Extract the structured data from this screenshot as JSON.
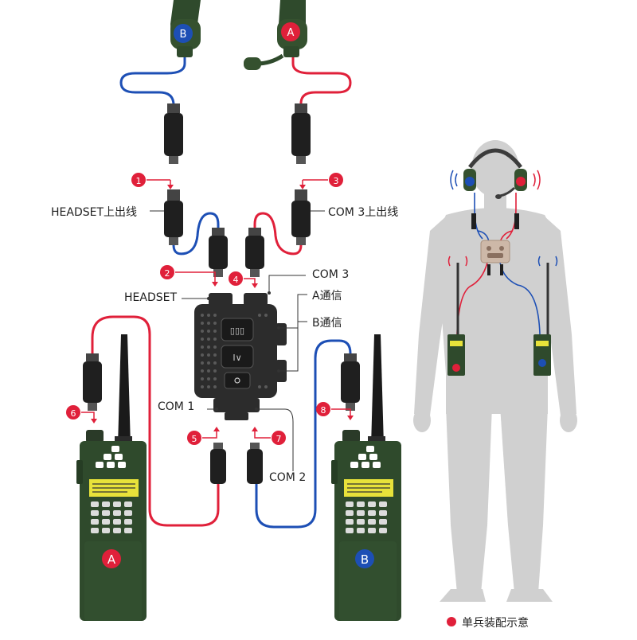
{
  "labels": {
    "headset_cable": "HEADSET上出线",
    "com3_cable": "COM 3上出线",
    "com3": "COM 3",
    "headset": "HEADSET",
    "a_comm": "A通信",
    "b_comm": "B通信",
    "com1": "COM 1",
    "com2": "COM 2"
  },
  "markers": [
    "1",
    "2",
    "3",
    "4",
    "5",
    "6",
    "7",
    "8"
  ],
  "badges": {
    "a": "A",
    "b": "B"
  },
  "legend": {
    "text": "单兵装配示意"
  },
  "colors": {
    "red": "#e0203a",
    "blue": "#1d4fb5",
    "radio_green": "#2f4a2c",
    "radio_screen": "#e8e23a",
    "hub": "#2c2c2c",
    "figure": "#d0d0d0",
    "plug": "#1f1f1f"
  }
}
